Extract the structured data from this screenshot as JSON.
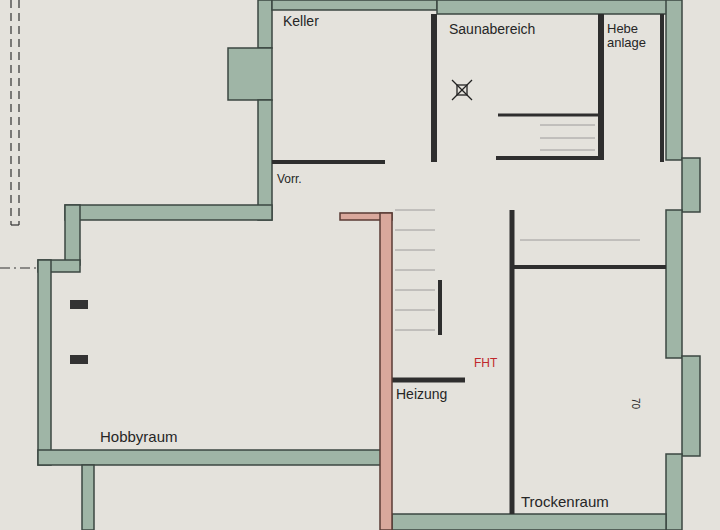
{
  "diagram": {
    "labels": [
      "Keller",
      "Saunabereich",
      "Hebe anlage",
      "Vorr.",
      "Hobbyraum",
      "Heizung",
      "FHT",
      "70",
      "Trockenraum"
    ]
  }
}
